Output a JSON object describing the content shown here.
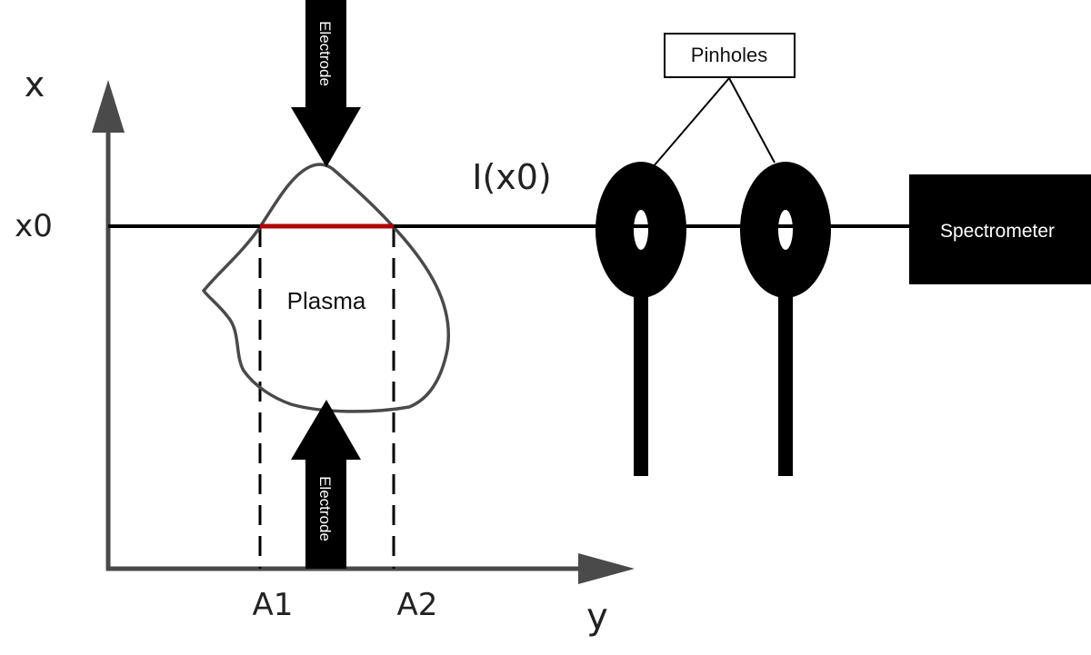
{
  "labels": {
    "x_axis": "y",
    "y_axis": "x",
    "x0": "x0",
    "intensity": "I(x0)",
    "a1": "A1",
    "a2": "A2",
    "plasma": "Plasma",
    "electrode_top": "Electrode",
    "electrode_bottom": "Electrode",
    "pinholes": "Pinholes",
    "spectrometer": "Spectrometer"
  },
  "colors": {
    "line": "#000000",
    "axis": "#4a4a4a",
    "highlight": "#b00000",
    "fill": "#000000",
    "background": "#ffffff"
  }
}
